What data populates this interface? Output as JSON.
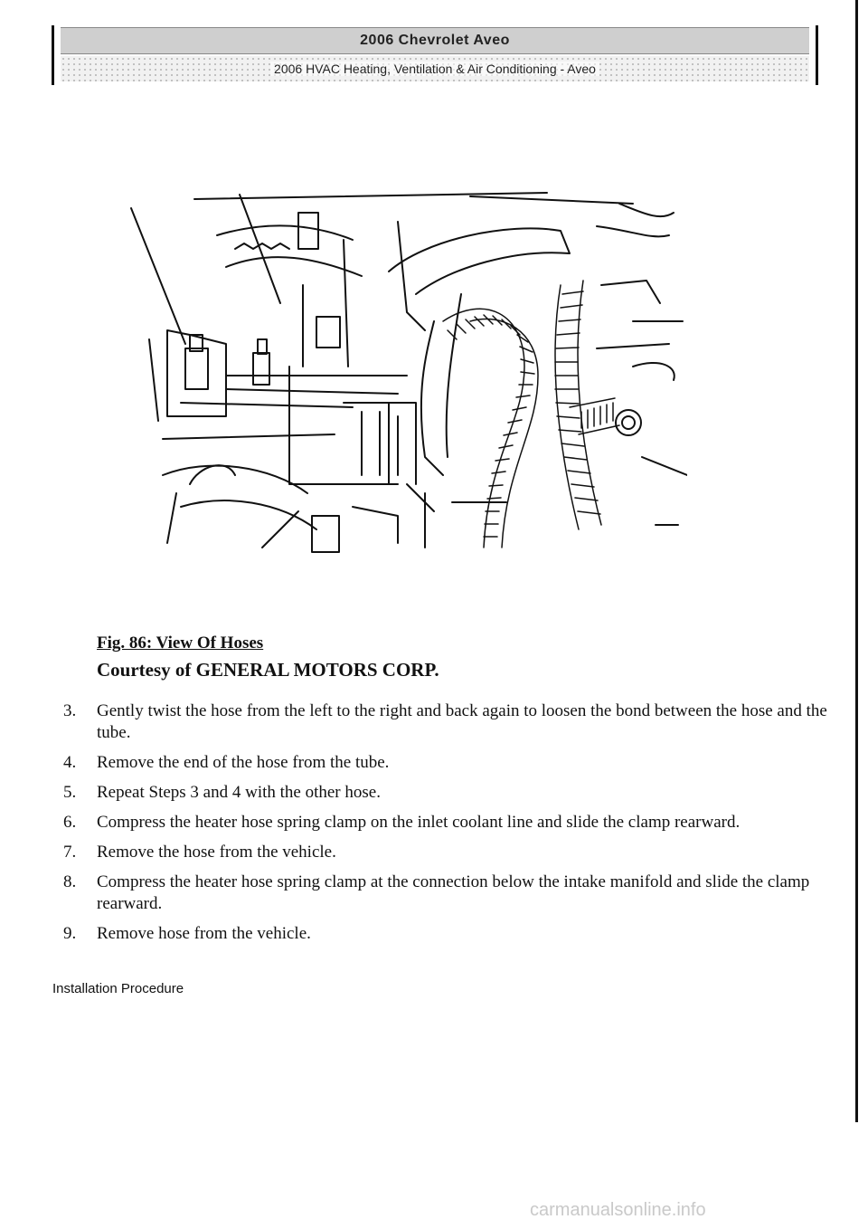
{
  "header": {
    "title": "2006 Chevrolet Aveo",
    "subtitle": "2006 HVAC Heating, Ventilation & Air Conditioning - Aveo"
  },
  "figure": {
    "caption": "Fig. 86: View Of Hoses",
    "credit": "Courtesy of GENERAL MOTORS CORP."
  },
  "steps": [
    {
      "num": "3.",
      "text": "Gently twist the hose from the left to the right and back again to loosen the bond between the hose and the tube."
    },
    {
      "num": "4.",
      "text": "Remove the end of the hose from the tube."
    },
    {
      "num": "5.",
      "text": "Repeat Steps 3 and 4 with the other hose."
    },
    {
      "num": "6.",
      "text": "Compress the heater hose spring clamp on the inlet coolant line and slide the clamp rearward."
    },
    {
      "num": "7.",
      "text": "Remove the hose from the vehicle."
    },
    {
      "num": "8.",
      "text": "Compress the heater hose spring clamp at the connection below the intake manifold and slide the clamp rearward."
    },
    {
      "num": "9.",
      "text": "Remove hose from the vehicle."
    }
  ],
  "section_heading": "Installation Procedure",
  "watermark": "carmanualsonline.info"
}
